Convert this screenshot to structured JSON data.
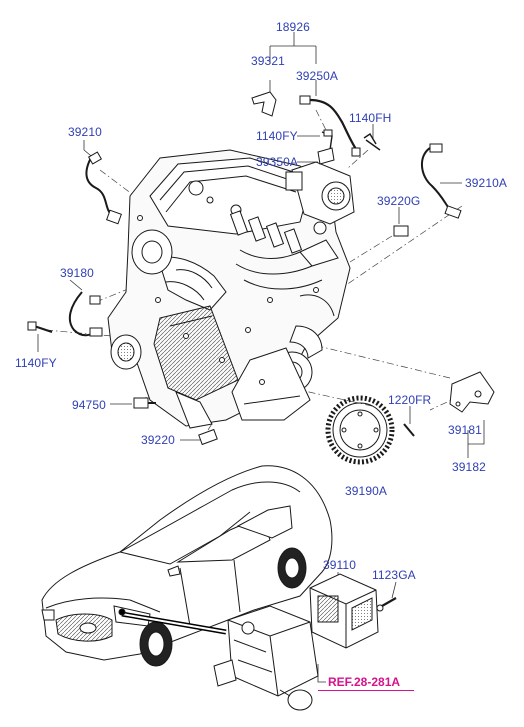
{
  "labels": {
    "p18926": "18926",
    "p39321": "39321",
    "p39250A": "39250A",
    "p1140FH": "1140FH",
    "p39210": "39210",
    "p1140FY_top": "1140FY",
    "p39350A": "39350A",
    "p39210A": "39210A",
    "p39220G": "39220G",
    "p39180": "39180",
    "p1140FY_left": "1140FY",
    "p94750": "94750",
    "p1220FR": "1220FR",
    "p39181": "39181",
    "p39220": "39220",
    "p39182": "39182",
    "p39190A": "39190A",
    "p39110": "39110",
    "p1123GA": "1123GA"
  },
  "reference": {
    "text": "REF.28-281A",
    "color": "#d6128c"
  },
  "colors": {
    "label_text": "#2f3fb6",
    "line_art": "#1a1a1a",
    "leader_lines": "#333333"
  }
}
